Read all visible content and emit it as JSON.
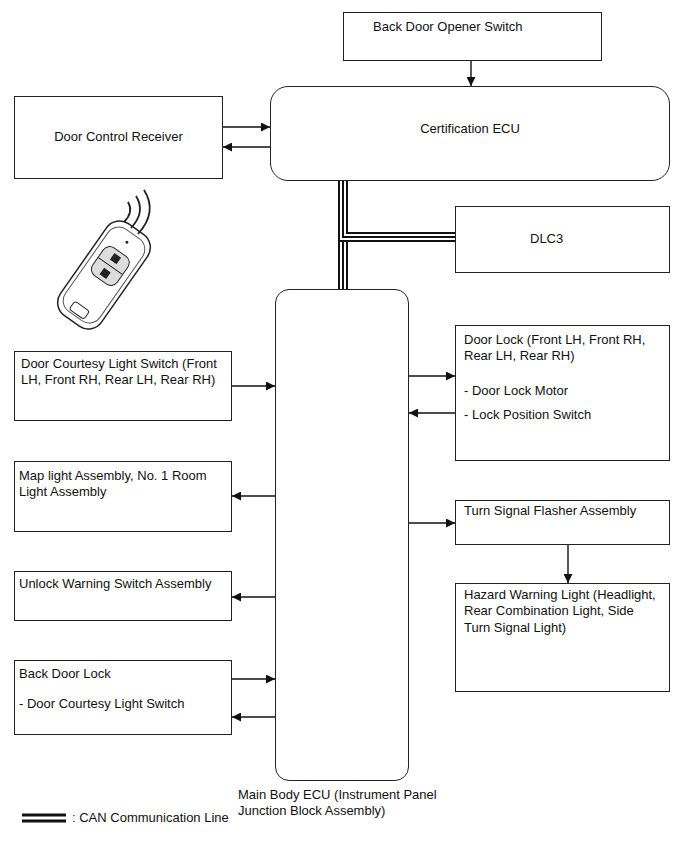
{
  "diagram": {
    "nodes": [
      {
        "text": [
          "Back Door Opener Switch"
        ]
      },
      {
        "text": [
          "Door Control Receiver"
        ]
      },
      {
        "text": [
          "Certification ECU"
        ]
      },
      {
        "text": [
          "DLC3"
        ]
      },
      {
        "text": [
          "Main Body ECU (Instrument Panel Junction Block Assembly)"
        ]
      },
      {
        "text": [
          "Door Courtesy Light Switch (Front LH, Front RH, Rear LH, Rear RH)"
        ]
      },
      {
        "text": [
          "Door Lock (Front LH, Front RH, Rear LH, Rear RH)",
          "- Door Lock Motor",
          "- Lock Position Switch"
        ]
      },
      {
        "text": [
          "Map light Assembly, No. 1 Room Light Assembly"
        ]
      },
      {
        "text": [
          "Turn Signal Flasher Assembly"
        ]
      },
      {
        "text": [
          "Unlock Warning Switch Assembly"
        ]
      },
      {
        "text": [
          "Hazard Warning Light (Headlight, Rear Combination Light, Side Turn Signal Light)"
        ]
      },
      {
        "text": [
          "Back Door Lock",
          "- Door Courtesy Light Switch"
        ]
      }
    ],
    "edges": [
      {
        "from": 0,
        "to": 2,
        "arrow": "to"
      },
      {
        "from": 1,
        "to": 2,
        "arrow": "to"
      },
      {
        "from": 2,
        "to": 1,
        "arrow": "to"
      },
      {
        "from": 2,
        "to": 4,
        "arrow": "none"
      },
      {
        "from": 2,
        "to": 3,
        "arrow": "none"
      },
      {
        "from": 5,
        "to": 4,
        "arrow": "to"
      },
      {
        "from": 4,
        "to": 6,
        "arrow": "to"
      },
      {
        "from": 6,
        "to": 4,
        "arrow": "to"
      },
      {
        "from": 4,
        "to": 7,
        "arrow": "to"
      },
      {
        "from": 4,
        "to": 8,
        "arrow": "to"
      },
      {
        "from": 8,
        "to": 10,
        "arrow": "to"
      },
      {
        "from": 4,
        "to": 9,
        "arrow": "to"
      },
      {
        "from": 11,
        "to": 4,
        "arrow": "to"
      },
      {
        "from": 4,
        "to": 11,
        "arrow": "to"
      }
    ],
    "legend": [
      {
        "text": ": CAN Communication Line"
      }
    ]
  }
}
